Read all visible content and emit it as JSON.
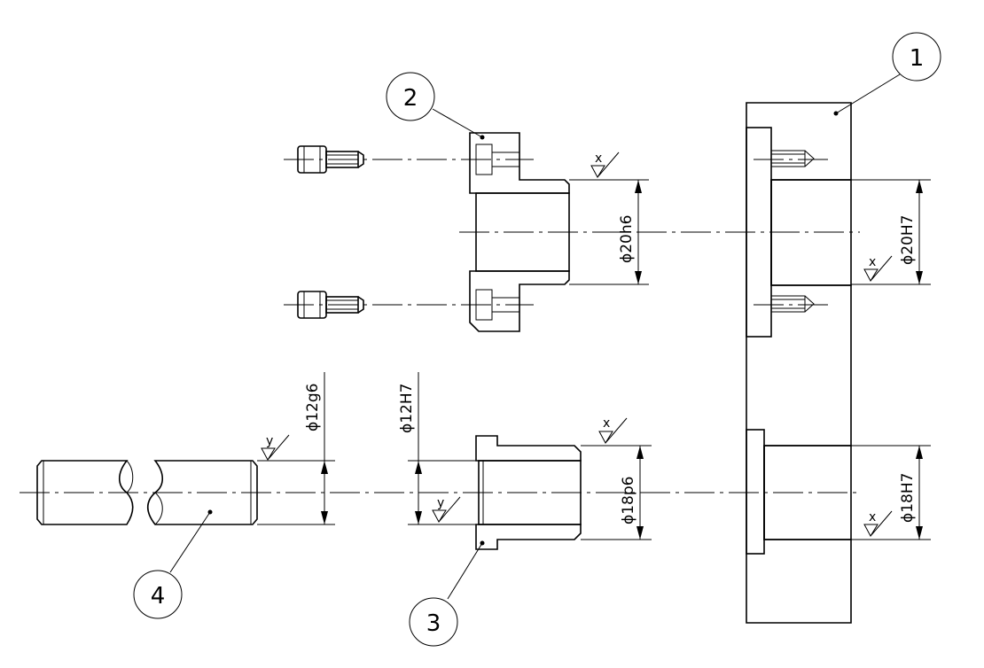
{
  "colors": {
    "housing": "#b3d9b0",
    "flange_bushing": "#f2c81a",
    "collar_bushing": "#ee6f73",
    "shaft_light": "#6fa8dc",
    "shaft_dark": "#1f5fae",
    "line": "#000000"
  },
  "balloons": {
    "b1": "1",
    "b2": "2",
    "b3": "3",
    "b4": "4"
  },
  "dimensions": {
    "d20h6": "ϕ20h6",
    "d20H7": "ϕ20H7",
    "d12g6": "ϕ12g6",
    "d12H7": "ϕ12H7",
    "d18p6": "ϕ18p6",
    "d18H7": "ϕ18H7"
  },
  "surface_symbols": {
    "x": "x",
    "y": "y"
  }
}
